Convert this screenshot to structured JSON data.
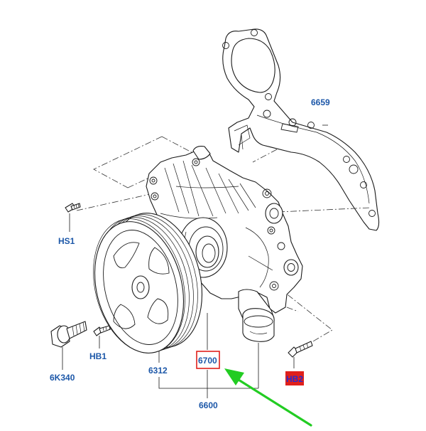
{
  "callouts": {
    "gasket": "6659",
    "bolt_hs1": "HS1",
    "bolt_hb1": "HB1",
    "pulley_bolt": "6K340",
    "pulley": "6312",
    "pump": "6700",
    "assembly": "6600",
    "bolt_hb2": "HB2"
  },
  "colors": {
    "label": "#1c57a8",
    "selection_box": "#e0201b",
    "highlight_fill": "#e0201b",
    "pointer_arrow": "#22cc22"
  }
}
